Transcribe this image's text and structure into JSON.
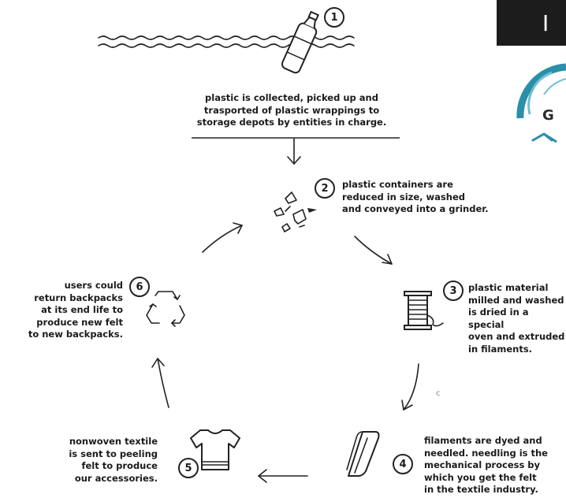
{
  "steps": [
    {
      "number": "1",
      "text": "plastic is collected, picked up and\ntrasported of plastic wrappings to\nstorage depots by entities in charge."
    },
    {
      "number": "2",
      "text": "plastic containers are\nreduced in size, washed\nand conveyed into a grinder."
    },
    {
      "number": "3",
      "text": "plastic material\nmilled and washed\nis dried in a special\noven and extruded\nin filaments."
    },
    {
      "number": "4",
      "text": "filaments are dyed and\nneedled. needling is the\nmechanical process by\nwhich you get the felt\nin the textile industry."
    },
    {
      "number": "5",
      "text": "nonwoven textile\nis sent to peeling\nfelt to produce\nour accessories."
    },
    {
      "number": "6",
      "text": "users could\nreturn backpacks\nat its end life to\nproduce new felt\nto new backpacks."
    }
  ],
  "header": {
    "banner_letter": "I",
    "logo_letter": "G"
  },
  "stray_mark": "c",
  "colors": {
    "ink": "#1b1b1b",
    "banner": "#1c1c1c",
    "logo_teal": "#2a8fa8"
  },
  "icons": [
    "plastic-bottle-in-water-icon",
    "plastic-fragments-icon",
    "thread-spool-icon",
    "felt-roll-icon",
    "t-shirt-icon",
    "recycle-icon"
  ]
}
